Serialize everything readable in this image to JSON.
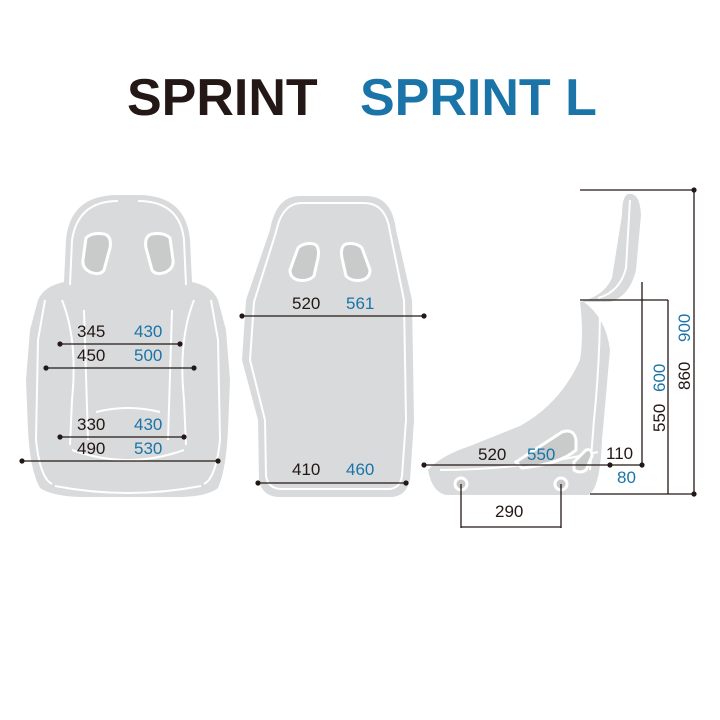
{
  "titles": {
    "model_a": "SPRINT",
    "model_b": "SPRINT L"
  },
  "colors": {
    "model_a": "#231815",
    "model_b": "#1a74a8",
    "seat": "#d9dadb"
  },
  "front_view": {
    "d1": {
      "a": "345",
      "b": "430"
    },
    "d2": {
      "a": "450",
      "b": "500"
    },
    "d3": {
      "a": "330",
      "b": "430"
    },
    "d4": {
      "a": "490",
      "b": "530"
    }
  },
  "back_view": {
    "top": {
      "a": "520",
      "b": "561"
    },
    "bottom": {
      "a": "410",
      "b": "460"
    }
  },
  "side_view": {
    "depth": {
      "a": "520",
      "b": "550"
    },
    "height_low": {
      "a": "110",
      "b": "80"
    },
    "mount": "290",
    "height_mid": {
      "a": "550",
      "b": "600"
    },
    "height_total": {
      "a": "860",
      "b": "900"
    }
  }
}
